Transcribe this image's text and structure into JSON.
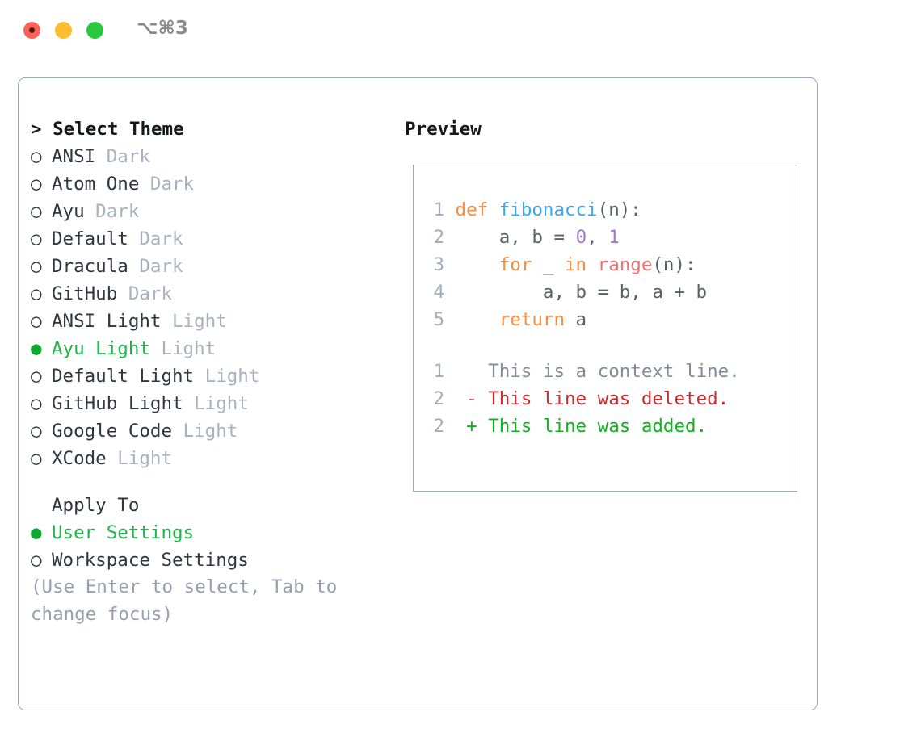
{
  "titlebar": {
    "shortcut": "⌥⌘3",
    "dots": [
      {
        "name": "close",
        "color": "#FF6058"
      },
      {
        "name": "minimize",
        "color": "#FEBC2E"
      },
      {
        "name": "maximize",
        "color": "#28C840"
      }
    ]
  },
  "theme_panel": {
    "header": "> Select Theme",
    "marker_selected": "●",
    "marker_unselected": "○",
    "items": [
      {
        "marker": "○",
        "name": "ANSI",
        "category": "Dark",
        "selected": false
      },
      {
        "marker": "○",
        "name": "Atom One",
        "category": "Dark",
        "selected": false
      },
      {
        "marker": "○",
        "name": "Ayu",
        "category": "Dark",
        "selected": false
      },
      {
        "marker": "○",
        "name": "Default",
        "category": "Dark",
        "selected": false
      },
      {
        "marker": "○",
        "name": "Dracula",
        "category": "Dark",
        "selected": false
      },
      {
        "marker": "○",
        "name": "GitHub",
        "category": "Dark",
        "selected": false
      },
      {
        "marker": "○",
        "name": "ANSI Light",
        "category": "Light",
        "selected": false
      },
      {
        "marker": "●",
        "name": "Ayu Light",
        "category": "Light",
        "selected": true
      },
      {
        "marker": "○",
        "name": "Default Light",
        "category": "Light",
        "selected": false
      },
      {
        "marker": "○",
        "name": "GitHub Light",
        "category": "Light",
        "selected": false
      },
      {
        "marker": "○",
        "name": "Google Code",
        "category": "Light",
        "selected": false
      },
      {
        "marker": "○",
        "name": "XCode",
        "category": "Light",
        "selected": false
      }
    ]
  },
  "apply_to": {
    "header": "Apply To",
    "options": [
      {
        "marker": "●",
        "label": "User Settings",
        "selected": true
      },
      {
        "marker": "○",
        "label": "Workspace Settings",
        "selected": false
      }
    ]
  },
  "hint": "(Use Enter to select, Tab to change focus)",
  "preview": {
    "title": "Preview",
    "code_lines": [
      {
        "num": "1",
        "tokens": [
          {
            "t": "def",
            "c": "kw"
          },
          {
            "t": " ",
            "c": "pl"
          },
          {
            "t": "fibonacci",
            "c": "fn"
          },
          {
            "t": "(n):",
            "c": "pl"
          }
        ]
      },
      {
        "num": "2",
        "tokens": [
          {
            "t": "    a, b = ",
            "c": "pl"
          },
          {
            "t": "0",
            "c": "num"
          },
          {
            "t": ", ",
            "c": "pl"
          },
          {
            "t": "1",
            "c": "num"
          }
        ]
      },
      {
        "num": "3",
        "tokens": [
          {
            "t": "    ",
            "c": "pl"
          },
          {
            "t": "for",
            "c": "kw"
          },
          {
            "t": " _ ",
            "c": "pl"
          },
          {
            "t": "in",
            "c": "kw"
          },
          {
            "t": " ",
            "c": "pl"
          },
          {
            "t": "range",
            "c": "bi"
          },
          {
            "t": "(n):",
            "c": "pl"
          }
        ]
      },
      {
        "num": "4",
        "tokens": [
          {
            "t": "        a, b = b, a + b",
            "c": "pl"
          }
        ]
      },
      {
        "num": "5",
        "tokens": [
          {
            "t": "    ",
            "c": "pl"
          },
          {
            "t": "return",
            "c": "kw"
          },
          {
            "t": " a",
            "c": "pl"
          }
        ]
      }
    ],
    "diff_lines": [
      {
        "num": "1",
        "sign": " ",
        "text": "This is a context line.",
        "kind": "dim"
      },
      {
        "num": "2",
        "sign": "-",
        "text": "This line was deleted.",
        "kind": "del"
      },
      {
        "num": "2",
        "sign": "+",
        "text": "This line was added.",
        "kind": "add"
      }
    ]
  },
  "colors": {
    "panel_border": "#9BA8B8",
    "selected_green": "#21B449",
    "muted_gray": "#A8B2BF",
    "hint_gray": "#959FAF",
    "keyword_orange": "#FA8D3E",
    "function_blue": "#3BA6E8",
    "number_purple": "#A37ACC",
    "builtin_red": "#F07171",
    "diff_delete_red": "#C92C2C",
    "diff_add_green": "#12B122",
    "line_number": "#A3ADBB"
  }
}
